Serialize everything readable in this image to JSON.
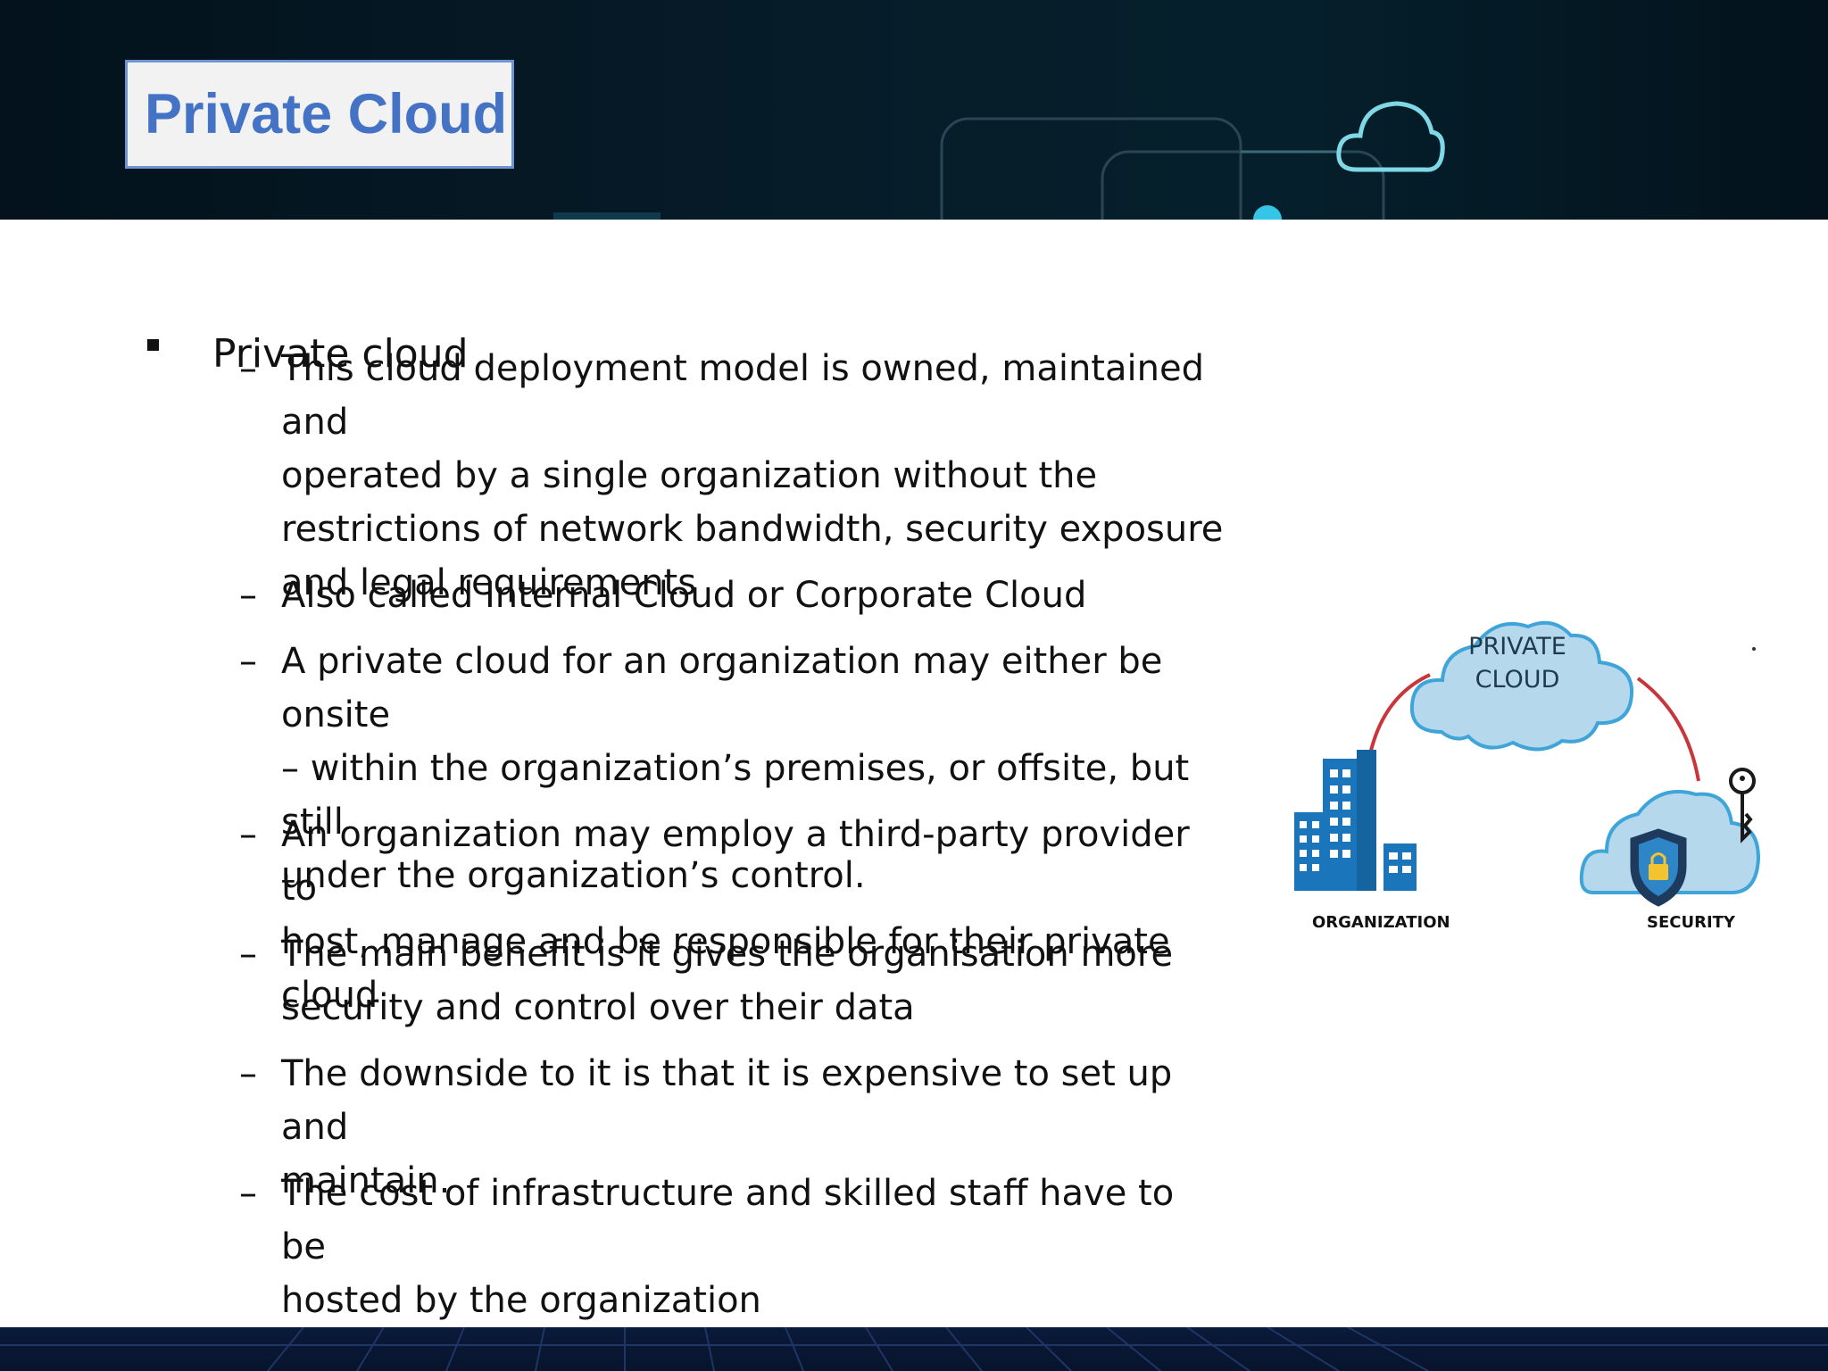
{
  "slide": {
    "title": "Private Cloud",
    "main_bullet": "Private cloud",
    "sub_bullets": [
      "This cloud deployment model is owned, maintained and\noperated by a single organization without the\nrestrictions of network bandwidth, security exposure\nand legal requirements",
      "Also called Internal Cloud or Corporate Cloud",
      "A private cloud for an organization may either be onsite\n– within the organization’s premises, or offsite, but still\nunder the organization’s control.",
      "An organization may employ a third-party provider to\nhost, manage and be responsible for their private cloud",
      "The main benefit is it gives the organisation more\nsecurity and control over their data",
      "The downside to it is that it is expensive to set up and\nmaintain.",
      "The cost of infrastructure and skilled staff  have to be\nhosted by the organization"
    ],
    "diagram": {
      "cloud_label": "PRIVATE\nCLOUD",
      "left_label": "ORGANIZATION",
      "right_label": "SECURITY"
    }
  },
  "colors": {
    "title_text": "#4472c4",
    "title_border": "#6f93cf",
    "header_background": "#03121c",
    "footer_background": "#0a1a3a",
    "cloud_fill": "#b5d8ec",
    "cloud_stroke": "#3fa5d8",
    "link_line": "#c8353a",
    "building_blue": "#1b75bb"
  },
  "icons": [
    "cloud-outline-icon",
    "bullet-square-icon",
    "dash-icon",
    "building-icon",
    "shield-lock-icon",
    "key-icon",
    "cloud-icon"
  ]
}
